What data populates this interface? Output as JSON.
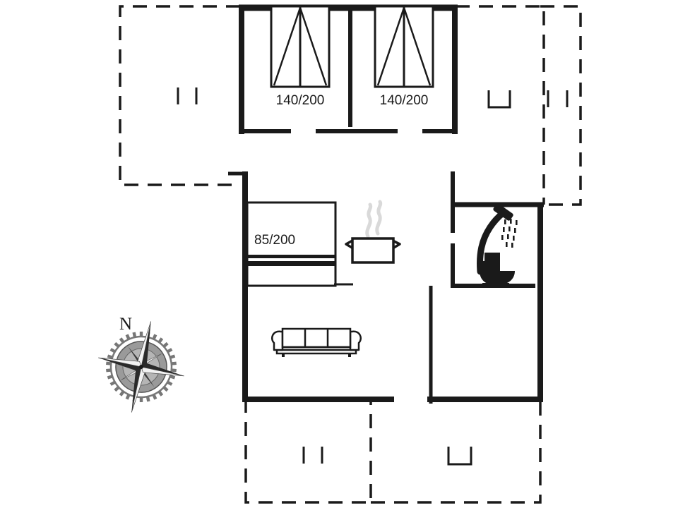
{
  "plan": {
    "title": "Holiday house floor plan",
    "line_color": "#1a1a1a",
    "background_color": "#ffffff",
    "steam_color": "#d9d9d9",
    "compass_color": "#555555"
  },
  "compass": {
    "north_label": "N",
    "name": "compass-rose"
  },
  "labels": {
    "bed_left": "140/200",
    "bed_right": "140/200",
    "bunk_bed": "85/200"
  },
  "rooms": [
    {
      "id": "bedroom-left",
      "name": "bedroom-left",
      "furniture": "double-bed",
      "size_label": "140/200"
    },
    {
      "id": "bedroom-right",
      "name": "bedroom-right",
      "furniture": "double-bed",
      "size_label": "140/200"
    },
    {
      "id": "living-room",
      "name": "living-room",
      "furniture": "sofa",
      "size_label": ""
    },
    {
      "id": "kitchen",
      "name": "kitchen",
      "furniture": "cooking-pot",
      "size_label": ""
    },
    {
      "id": "bunk-alcove",
      "name": "bunk-alcove",
      "furniture": "bunk-bed",
      "size_label": "85/200"
    },
    {
      "id": "bathroom",
      "name": "bathroom",
      "furniture": "shower-toilet",
      "size_label": ""
    }
  ],
  "icons": [
    {
      "name": "double-bed-icon",
      "glyph": "bed"
    },
    {
      "name": "bunk-bed-icon",
      "glyph": "bunk"
    },
    {
      "name": "sofa-icon",
      "glyph": "sofa"
    },
    {
      "name": "cooking-pot-icon",
      "glyph": "pot"
    },
    {
      "name": "shower-icon",
      "glyph": "shower"
    },
    {
      "name": "toilet-icon",
      "glyph": "toilet"
    },
    {
      "name": "compass-rose-icon",
      "glyph": "compass"
    }
  ],
  "terraces": [
    {
      "name": "terrace-left",
      "marks": 2
    },
    {
      "name": "terrace-top-right",
      "marks": 2
    },
    {
      "name": "terrace-bottom-left",
      "marks": 2
    },
    {
      "name": "terrace-bottom-right",
      "marks": 0
    }
  ]
}
